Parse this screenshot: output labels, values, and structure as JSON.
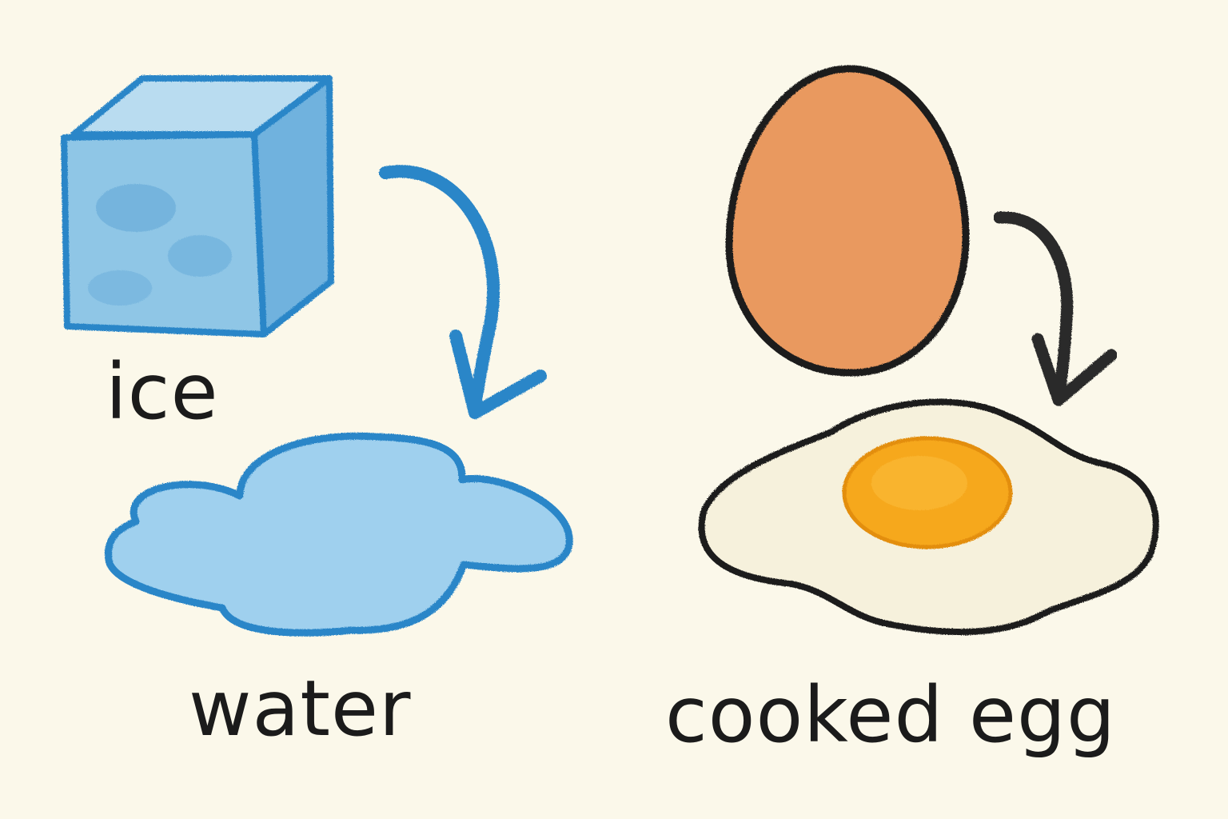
{
  "labels": {
    "ice": "ice",
    "water": "water",
    "cooked_egg": "cooked egg"
  },
  "colors": {
    "background": "#fbf8ea",
    "ice_fill": "#8fc6e6",
    "ice_outline": "#2a86c8",
    "water_fill": "#9fd0ee",
    "water_outline": "#2a86c8",
    "blue_arrow": "#2a86c8",
    "egg_shell": "#e9995f",
    "egg_outline": "#1e1e1e",
    "egg_white": "#f6f1dc",
    "yolk": "#f6a81e",
    "black_arrow": "#2b2b2b"
  },
  "icons": [
    "ice-cube-icon",
    "water-puddle-icon",
    "raw-egg-icon",
    "fried-egg-icon",
    "curved-arrow-icon"
  ]
}
